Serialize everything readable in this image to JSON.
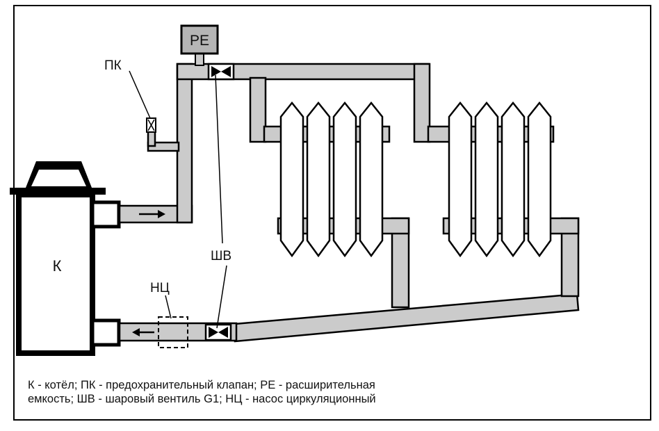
{
  "labels": {
    "boiler": "К",
    "safety_valve": "ПК",
    "expansion_tank": "РЕ",
    "ball_valve": "ШВ",
    "pump": "НЦ"
  },
  "legend": {
    "line1": "К - котёл; ПК - предохранительный клапан; РЕ - расширительная",
    "line2": "емкость; ШВ - шаровый вентиль G1; НЦ - насос циркуляционный"
  },
  "colors": {
    "pipe": "#cbcbcb",
    "stroke": "#000000",
    "background": "#ffffff"
  }
}
